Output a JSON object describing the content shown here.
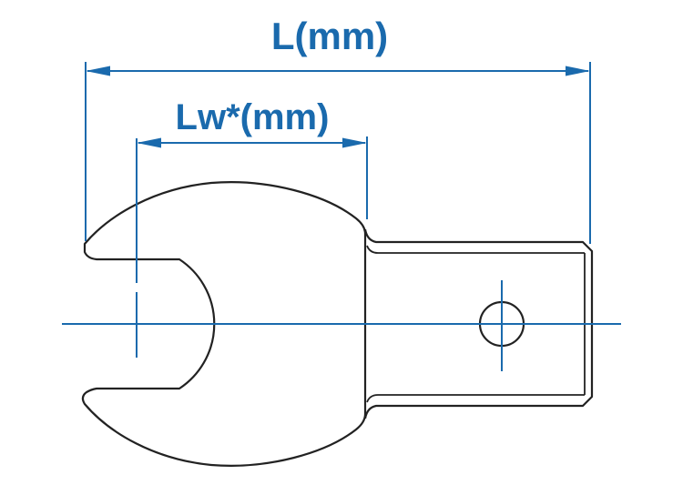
{
  "drawing": {
    "subject": "open-end interchangeable wrench head, side view technical drawing"
  },
  "dimensions": {
    "overall_length": {
      "label": "L(mm)"
    },
    "working_length": {
      "label": "Lw*(mm)"
    }
  },
  "colors": {
    "accent": "#1a6aad",
    "outline": "#222222",
    "background": "#ffffff"
  }
}
